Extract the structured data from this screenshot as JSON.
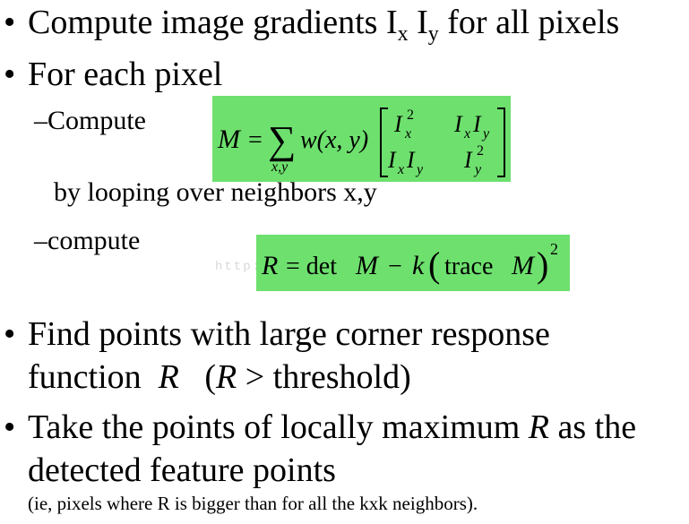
{
  "bullets": {
    "b1": {
      "text": "Compute image gradients I",
      "sub1": "x",
      "mid": " I",
      "sub2": "y",
      "tail": " for all pixels"
    },
    "b2": {
      "text": "For each pixel"
    },
    "sub1": {
      "dash": "–",
      "text": "Compute"
    },
    "loop": {
      "text": "by looping over neighbors x,y"
    },
    "sub2": {
      "dash": "–",
      "text": "compute"
    },
    "b3": {
      "line1": "Find points with large corner response",
      "line2a": "function  ",
      "line2R": "R",
      "line2b": "   (",
      "line2R2": "R",
      "line2c": " > threshold)"
    },
    "b4": {
      "line1a": "Take the points of locally maximum ",
      "line1R": "R",
      "line1b": " as the",
      "line2": "detected feature points"
    },
    "note": {
      "text": "(ie, pixels where R is bigger than for all the kxk neighbors)."
    }
  },
  "bullet_char": "•",
  "formula_M": {
    "lhs": "M",
    "eq": "=",
    "sigma": "∑",
    "sigma_sub": "x,y",
    "w": "w(x, y)",
    "m11": "I",
    "m11_sub": "x",
    "m11_sup": "2",
    "m12a": "I",
    "m12a_sub": "x",
    "m12b": "I",
    "m12b_sub": "y",
    "m21a": "I",
    "m21a_sub": "x",
    "m21b": "I",
    "m21b_sub": "y",
    "m22": "I",
    "m22_sub": "y",
    "m22_sup": "2"
  },
  "formula_R": {
    "lhs": "R",
    "eq": " = det ",
    "M1": "M",
    "minus": " − ",
    "k": "k",
    "lparen": "(",
    "trace": "trace ",
    "M2": "M",
    "rparen": ")",
    "sup": "2"
  },
  "watermark": "http:",
  "colors": {
    "highlight": "#6ee06e"
  }
}
